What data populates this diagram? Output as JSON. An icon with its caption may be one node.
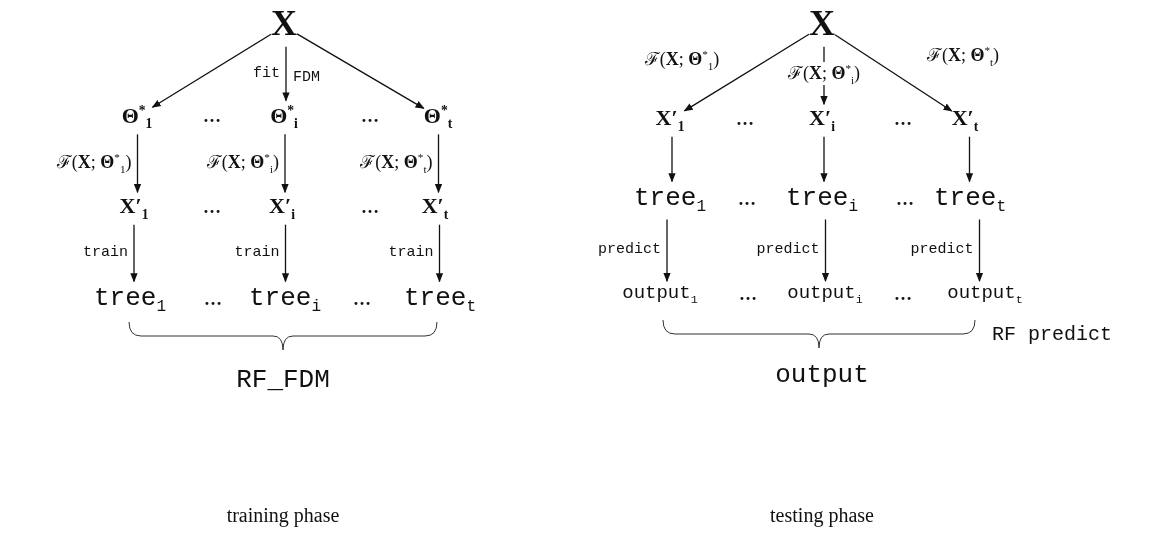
{
  "diagram": {
    "nodes": [
      {
        "text": [
          "X"
        ]
      },
      {
        "text": [
          "Θ$^{*}$$_{1}$"
        ]
      },
      {
        "text": [
          "Θ$^{*}$$_{i}$"
        ]
      },
      {
        "text": [
          "Θ$^{*}$$_{t}$"
        ]
      },
      {
        "text": [
          "X′$_{1}$"
        ]
      },
      {
        "text": [
          "X′$_{i}$"
        ]
      },
      {
        "text": [
          "X′$_{t}$"
        ]
      },
      {
        "text": [
          "tree$_{1}$"
        ]
      },
      {
        "text": [
          "tree$_{i}$"
        ]
      },
      {
        "text": [
          "tree$_{t}$"
        ]
      },
      {
        "text": [
          "X"
        ]
      },
      {
        "text": [
          "X′$_{1}$"
        ]
      },
      {
        "text": [
          "X′$_{i}$"
        ]
      },
      {
        "text": [
          "X′$_{t}$"
        ]
      },
      {
        "text": [
          "tree$_{1}$"
        ]
      },
      {
        "text": [
          "tree$_{i}$"
        ]
      },
      {
        "text": [
          "tree$_{t}$"
        ]
      },
      {
        "text": [
          "output$_{1}$"
        ]
      },
      {
        "text": [
          "output$_{i}$"
        ]
      },
      {
        "text": [
          "output$_{t}$"
        ]
      }
    ],
    "edges": [
      {
        "from": 0,
        "to": 1,
        "arrow": "to"
      },
      {
        "from": 0,
        "to": 2,
        "arrow": "to",
        "label": "fit"
      },
      {
        "from": 0,
        "to": 3,
        "arrow": "to"
      },
      {
        "from": 1,
        "to": 4,
        "arrow": "to",
        "label": "ℱ(**X**; **Θ**$^{*}$$_{1}$)"
      },
      {
        "from": 2,
        "to": 5,
        "arrow": "to",
        "label": "ℱ(**X**; **Θ**$^{*}$$_{i}$)"
      },
      {
        "from": 3,
        "to": 6,
        "arrow": "to",
        "label": "ℱ(**X**; **Θ**$^{*}$$_{t}$)"
      },
      {
        "from": 4,
        "to": 7,
        "arrow": "to",
        "label": "train"
      },
      {
        "from": 5,
        "to": 8,
        "arrow": "to",
        "label": "train"
      },
      {
        "from": 6,
        "to": 9,
        "arrow": "to",
        "label": "train"
      },
      {
        "from": 10,
        "to": 11,
        "arrow": "to",
        "label": "ℱ(**X**; **Θ**$^{*}$$_{1}$)"
      },
      {
        "from": 10,
        "to": 12,
        "arrow": "to",
        "label": "ℱ(**X**; **Θ**$^{*}$$_{i}$)"
      },
      {
        "from": 10,
        "to": 13,
        "arrow": "to",
        "label": "ℱ(**X**; **Θ**$^{*}$$_{t}$)"
      },
      {
        "from": 11,
        "to": 14,
        "arrow": "to"
      },
      {
        "from": 12,
        "to": 15,
        "arrow": "to"
      },
      {
        "from": 13,
        "to": 16,
        "arrow": "to"
      },
      {
        "from": 14,
        "to": 17,
        "arrow": "to",
        "label": "predict"
      },
      {
        "from": 15,
        "to": 18,
        "arrow": "to",
        "label": "predict"
      },
      {
        "from": 16,
        "to": 19,
        "arrow": "to",
        "label": "predict"
      }
    ],
    "labels": [
      "FDM",
      "…",
      "…",
      "…",
      "…",
      "…",
      "…",
      "…",
      "…",
      "…",
      "…",
      "…",
      "…",
      "RF predict",
      "RF_FDM",
      "output",
      "training phase",
      "testing phase"
    ]
  }
}
